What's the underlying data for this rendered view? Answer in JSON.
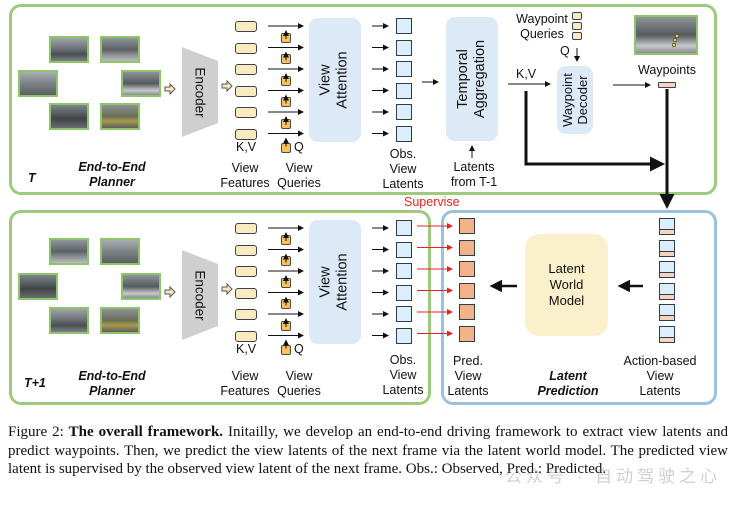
{
  "figure": {
    "top_panel": {
      "time_label": "T",
      "planner_label_line1": "End-to-End",
      "planner_label_line2": "Planner",
      "encoder_label": "Encoder",
      "kv_label": "K,V",
      "q_label": "Q",
      "view_features_line1": "View",
      "view_features_line2": "Features",
      "view_queries_line1": "View",
      "view_queries_line2": "Queries",
      "view_attention_line1": "View",
      "view_attention_line2": "Attention",
      "obs_latents_line1": "Obs.",
      "obs_latents_line2": "View",
      "obs_latents_line3": "Latents",
      "temporal_line1": "Temporal",
      "temporal_line2": "Aggregation",
      "latents_from_line1": "Latents",
      "latents_from_line2": "from T-1",
      "waypoint_queries_line1": "Waypoint",
      "waypoint_queries_line2": "Queries",
      "decoder_q_label": "Q",
      "decoder_kv_label": "K,V",
      "waypoint_decoder_line1": "Waypoint",
      "waypoint_decoder_line2": "Decoder",
      "waypoints_label": "Waypoints"
    },
    "bottom_left_panel": {
      "time_label": "T+1",
      "planner_label_line1": "End-to-End",
      "planner_label_line2": "Planner",
      "encoder_label": "Encoder",
      "kv_label": "K,V",
      "q_label": "Q",
      "view_features_line1": "View",
      "view_features_line2": "Features",
      "view_queries_line1": "View",
      "view_queries_line2": "Queries",
      "view_attention_line1": "View",
      "view_attention_line2": "Attention",
      "obs_latents_line1": "Obs.",
      "obs_latents_line2": "View",
      "obs_latents_line3": "Latents"
    },
    "supervise_label": "Supervise",
    "bottom_right_panel": {
      "pred_latents_line1": "Pred.",
      "pred_latents_line2": "View",
      "pred_latents_line3": "Latents",
      "world_model_line1": "Latent",
      "world_model_line2": "World",
      "world_model_line3": "Model",
      "section_line1": "Latent",
      "section_line2": "Prediction",
      "action_latents_line1": "Action-based",
      "action_latents_line2": "View",
      "action_latents_line3": "Latents"
    },
    "colors": {
      "planner_border": "#9ccb7e",
      "prediction_border": "#9cc0e3",
      "view_feature": "#fbe9c0",
      "view_query": "#f7c35a",
      "obs_latent": "#dbeefb",
      "pred_latent": "#f2b389",
      "world_model": "#fbf0cc",
      "module": "#dce9f6",
      "supervise": "#e8231f"
    },
    "num_views": 6
  },
  "caption": {
    "prefix": "Figure 2: ",
    "title": "The overall framework.",
    "body": " Initailly, we develop an end-to-end driving framework to extract view latents and predict waypoints. Then, we predict the view latents of the next frame via the latent world model. The predicted view latent is supervised by the observed view latent of the next frame. Obs.: Observed, Pred.: Predicted."
  },
  "watermark": "公众号 · 自动驾驶之心"
}
